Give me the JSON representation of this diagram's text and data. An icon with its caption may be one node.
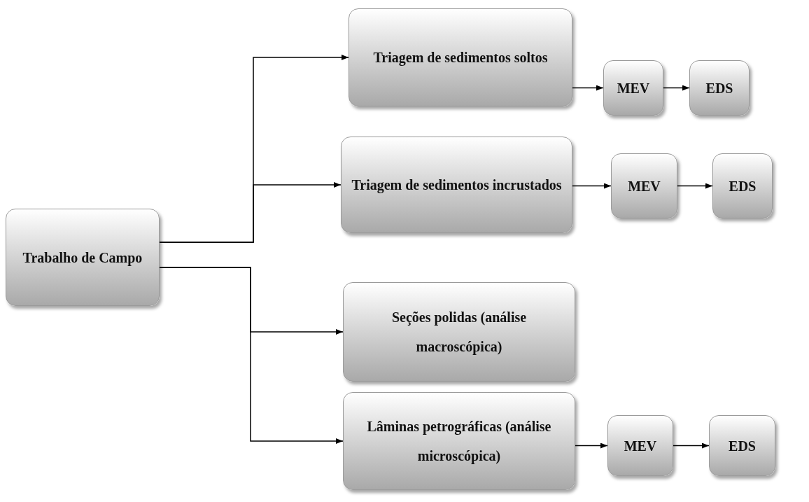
{
  "diagram": {
    "nodes": [
      {
        "text": [
          "Trabalho de Campo"
        ]
      },
      {
        "text": [
          "Triagem de sedimentos soltos"
        ]
      },
      {
        "text": [
          "MEV"
        ]
      },
      {
        "text": [
          "EDS"
        ]
      },
      {
        "text": [
          "Triagem de sedimentos incrustados"
        ]
      },
      {
        "text": [
          "MEV"
        ]
      },
      {
        "text": [
          "EDS"
        ]
      },
      {
        "text": [
          "Seções polidas (análise macroscópica)"
        ]
      },
      {
        "text": [
          "Lâminas petrográficas (análise microscópica)"
        ]
      },
      {
        "text": [
          "MEV"
        ]
      },
      {
        "text": [
          "EDS"
        ]
      }
    ],
    "edges": [
      {
        "from": 0,
        "to": 1,
        "arrow": "to"
      },
      {
        "from": 0,
        "to": 4,
        "arrow": "to"
      },
      {
        "from": 0,
        "to": 7,
        "arrow": "to"
      },
      {
        "from": 0,
        "to": 8,
        "arrow": "to"
      },
      {
        "from": 1,
        "to": 2,
        "arrow": "to"
      },
      {
        "from": 2,
        "to": 3,
        "arrow": "to"
      },
      {
        "from": 4,
        "to": 5,
        "arrow": "to"
      },
      {
        "from": 5,
        "to": 6,
        "arrow": "to"
      },
      {
        "from": 8,
        "to": 9,
        "arrow": "to"
      },
      {
        "from": 9,
        "to": 10,
        "arrow": "to"
      }
    ]
  }
}
